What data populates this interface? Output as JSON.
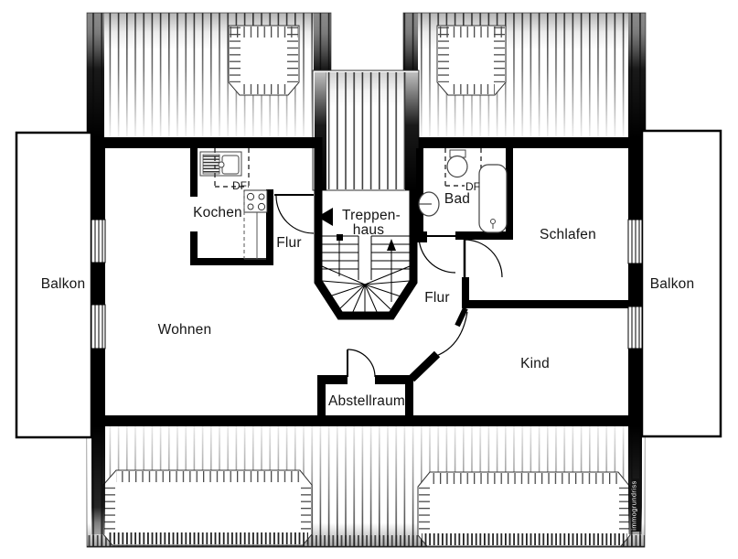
{
  "floorplan": {
    "labels": {
      "balkon_left": "Balkon",
      "balkon_right": "Balkon",
      "kochen": "Kochen",
      "flur_upper": "Flur",
      "flur_lower": "Flur",
      "treppenhaus_line1": "Treppen-",
      "treppenhaus_line2": "haus",
      "bad": "Bad",
      "schlafen": "Schlafen",
      "wohnen": "Wohnen",
      "kind": "Kind",
      "abstellraum": "Abstellraum",
      "df_kochen": "DF",
      "df_bad": "DF"
    },
    "watermark": "immogrundriss",
    "colors": {
      "walls": "#000000",
      "background": "#ffffff",
      "roof_hatch": "#3f3f3f"
    }
  }
}
